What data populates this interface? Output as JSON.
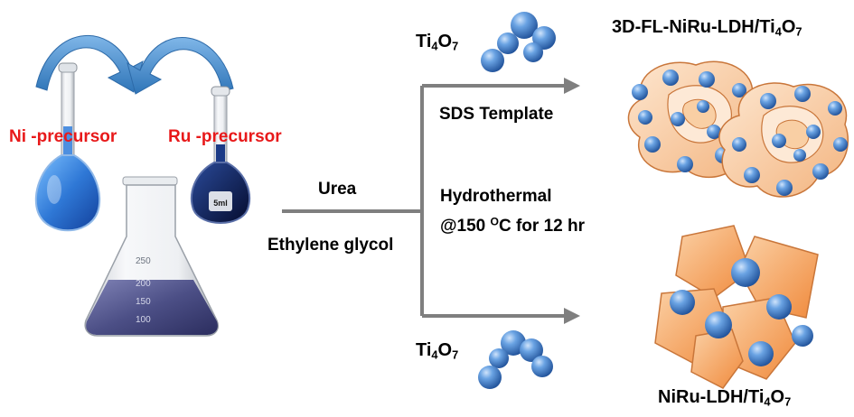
{
  "labels": {
    "ni_precursor": "Ni -precursor",
    "ru_precursor": "Ru -precursor",
    "urea": "Urea",
    "ethylene_glycol": "Ethylene glycol",
    "sds_template": "SDS Template",
    "hydrothermal": "Hydrothermal",
    "condition_prefix": "@150 ",
    "condition_sup": "O",
    "condition_suffix": "C for 12 hr",
    "ti_top": {
      "base": "Ti",
      "sub1": "4",
      "mid": "O",
      "sub2": "7"
    },
    "ti_bottom": {
      "base": "Ti",
      "sub1": "4",
      "mid": "O",
      "sub2": "7"
    },
    "product_top": {
      "base": "3D-FL-NiRu-LDH/Ti",
      "sub1": "4",
      "mid": "O",
      "sub2": "7"
    },
    "product_bottom": {
      "base": "NiRu-LDH/Ti",
      "sub1": "4",
      "mid": "O",
      "sub2": "7"
    }
  },
  "glassware": {
    "flask_left_mark": "",
    "flask_right_mark": "5ml",
    "erlenmeyer_marks": [
      "250",
      "200",
      "150",
      "100"
    ]
  },
  "colors": {
    "label_red": "#e8191a",
    "arrow_blue": "#3f8fd0",
    "ni_solution": "#2f78d6",
    "ru_solution": "#0d1e5c",
    "erlenmeyer_solution": "#4c4f86",
    "process_line": "#7f7f7f",
    "sphere": "#3b78c4",
    "sheet_orange": "#f5a462"
  }
}
